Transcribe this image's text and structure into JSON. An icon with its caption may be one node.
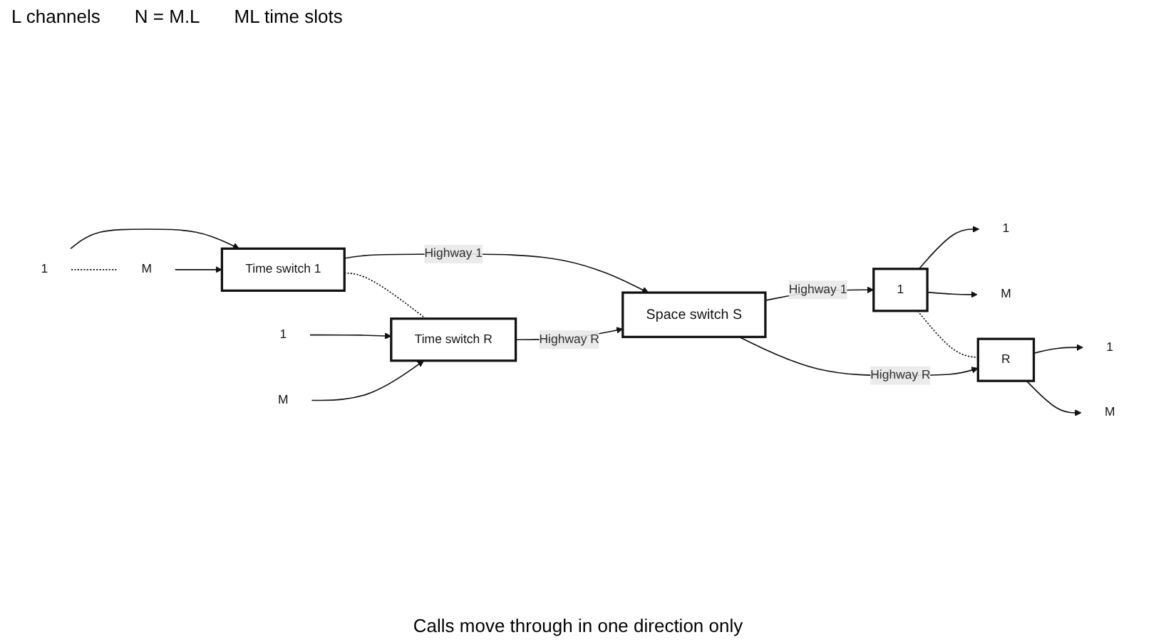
{
  "diagram": {
    "nodes": [
      {
        "text": [
          "1"
        ]
      },
      {
        "text": [
          "Time switch 1"
        ]
      },
      {
        "text": [
          "M"
        ]
      },
      {
        "text": [
          "1"
        ]
      },
      {
        "text": [
          "1"
        ]
      },
      {
        "text": [
          "M"
        ]
      },
      {
        "text": [
          "Space switch S"
        ]
      },
      {
        "text": [
          "1"
        ]
      },
      {
        "text": [
          "Time switch R"
        ]
      },
      {
        "text": [
          "M"
        ]
      },
      {
        "text": [
          "R"
        ]
      },
      {
        "text": [
          "1"
        ]
      },
      {
        "text": [
          "M"
        ]
      }
    ],
    "edges": [
      {
        "from": 0,
        "to": 1,
        "arrow": "to"
      },
      {
        "from": 2,
        "to": 1,
        "arrow": "to"
      },
      {
        "from": 0,
        "to": 2,
        "arrow": "none",
        "style": "dashed"
      },
      {
        "from": 1,
        "to": 8,
        "arrow": "none",
        "style": "dashed"
      },
      {
        "from": 1,
        "to": 6,
        "arrow": "to",
        "label": "Highway 1"
      },
      {
        "from": 6,
        "to": 3,
        "arrow": "to",
        "label": "Highway 1"
      },
      {
        "from": 3,
        "to": 4,
        "arrow": "to"
      },
      {
        "from": 3,
        "to": 5,
        "arrow": "to"
      },
      {
        "from": 3,
        "to": 10,
        "arrow": "none",
        "style": "dashed"
      },
      {
        "from": 7,
        "to": 8,
        "arrow": "to"
      },
      {
        "from": 9,
        "to": 8,
        "arrow": "to"
      },
      {
        "from": 8,
        "to": 6,
        "arrow": "to",
        "label": "Highway R"
      },
      {
        "from": 6,
        "to": 10,
        "arrow": "to",
        "label": "Highway R"
      },
      {
        "from": 10,
        "to": 11,
        "arrow": "to"
      },
      {
        "from": 10,
        "to": 12,
        "arrow": "to"
      }
    ],
    "labels": [
      "L channels",
      "N = M.L",
      "ML time slots",
      "Calls move through in one direction only"
    ]
  }
}
